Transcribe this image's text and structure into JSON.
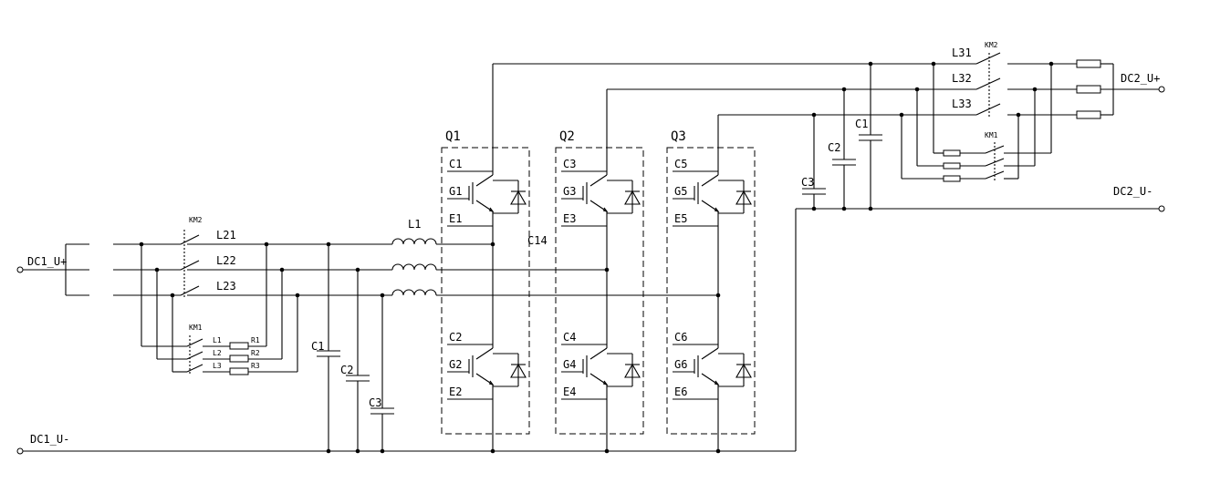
{
  "terminals": {
    "dc1_pos": "DC1_U+",
    "dc1_neg": "DC1_U-",
    "dc2_pos": "DC2_U+",
    "dc2_neg": "DC2_U-"
  },
  "contactors": {
    "km2": "KM2",
    "km1": "KM1"
  },
  "left_switch_labels": [
    "L21",
    "L22",
    "L23"
  ],
  "left_km1_labels": [
    "L1",
    "L2",
    "L3"
  ],
  "left_resistor_labels": [
    "R1",
    "R2",
    "R3"
  ],
  "right_switch_labels": [
    "L31",
    "L32",
    "L33"
  ],
  "inductor_label": "L1",
  "left_caps": [
    "C1",
    "C2",
    "C3"
  ],
  "right_caps": [
    "C1",
    "C2",
    "C3"
  ],
  "extra_label": "C14",
  "legs": [
    {
      "name": "Q1",
      "top": [
        "C1",
        "G1",
        "E1"
      ],
      "bottom": [
        "C2",
        "G2",
        "E2"
      ]
    },
    {
      "name": "Q2",
      "top": [
        "C3",
        "G3",
        "E3"
      ],
      "bottom": [
        "C4",
        "G4",
        "E4"
      ]
    },
    {
      "name": "Q3",
      "top": [
        "C5",
        "G5",
        "E5"
      ],
      "bottom": [
        "C6",
        "G6",
        "E6"
      ]
    }
  ]
}
